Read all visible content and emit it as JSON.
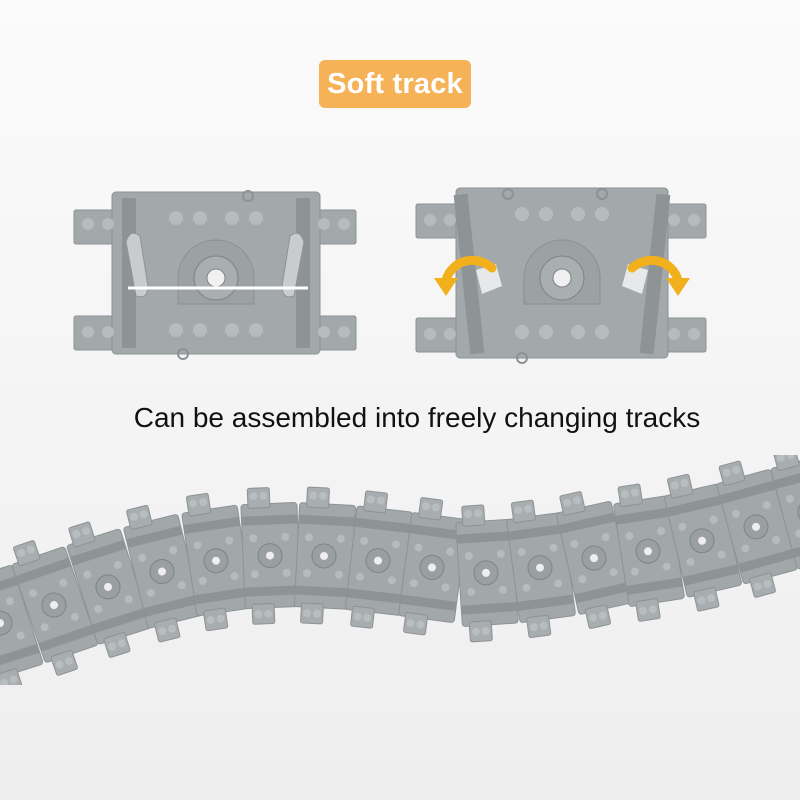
{
  "header": {
    "badge_label": "Soft track"
  },
  "caption": {
    "text": "Can be assembled into freely changing tracks"
  },
  "pieces": [
    {
      "name": "straight-track-piece",
      "state": "rest"
    },
    {
      "name": "flexible-track-piece",
      "state": "rotating",
      "arrows": [
        "rotate-left-arrow-icon",
        "rotate-right-arrow-icon"
      ]
    }
  ],
  "colors": {
    "badge": "#f5b257",
    "track_gray": "#a2a7a9",
    "arrow": "#f2b01c",
    "caption": "#111111"
  }
}
